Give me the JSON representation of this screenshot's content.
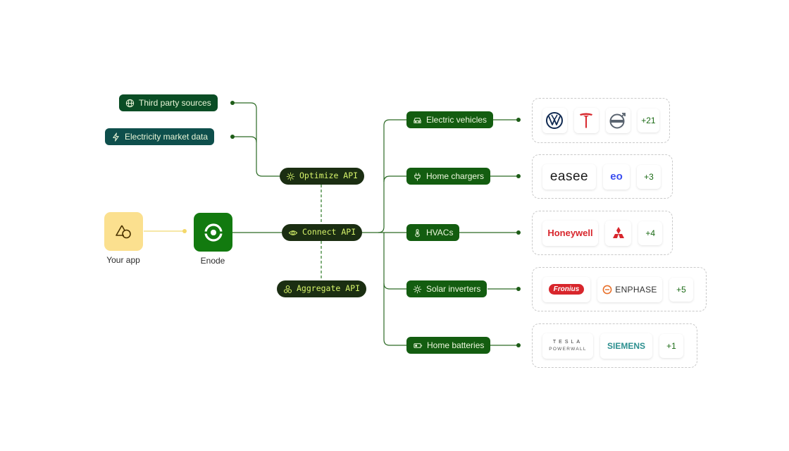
{
  "sources": [
    {
      "label": "Third party sources",
      "icon": "globe-icon"
    },
    {
      "label": "Electricity market data",
      "icon": "lightning-icon"
    }
  ],
  "apis": {
    "optimize": "Optimize API",
    "connect": "Connect API",
    "aggregate": "Aggregate API"
  },
  "nodes": {
    "app_label": "Your app",
    "enode_label": "Enode"
  },
  "devices": [
    {
      "label": "Electric vehicles",
      "icon": "car-icon"
    },
    {
      "label": "Home chargers",
      "icon": "plug-icon"
    },
    {
      "label": "HVACs",
      "icon": "thermometer-icon"
    },
    {
      "label": "Solar inverters",
      "icon": "sun-icon"
    },
    {
      "label": "Home batteries",
      "icon": "battery-icon"
    }
  ],
  "brands": {
    "ev": {
      "tesla_logo": "tesla-t-logo",
      "vw_logo": "volkswagen-logo",
      "volvo_logo": "volvo-logo",
      "count": "+21"
    },
    "chargers": {
      "easee": "easee",
      "eo": "eo",
      "count": "+3"
    },
    "hvac": {
      "honeywell": "Honeywell",
      "mitsubishi_logo": "mitsubishi-logo",
      "count": "+4"
    },
    "solar": {
      "fronius": "Fronius",
      "enphase": "ENPHASE",
      "count": "+5"
    },
    "batteries": {
      "tesla_word": "TESLA",
      "powerwall": "POWERWALL",
      "siemens": "SIEMENS",
      "count": "+1"
    }
  },
  "colors": {
    "dark_green": "#0a4d25",
    "api_pill": "#1b2e12",
    "api_text": "#d6f36a",
    "device_pill": "#135d10",
    "app_yellow": "#fbe08f",
    "enode_green": "#127a0f",
    "wire": "#1c5e18"
  }
}
